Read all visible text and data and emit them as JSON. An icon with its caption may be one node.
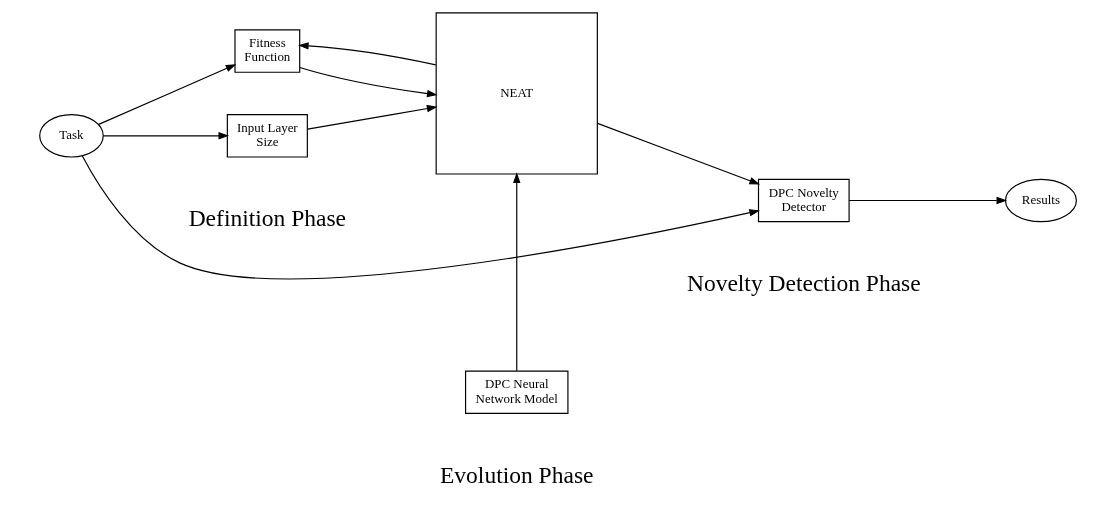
{
  "diagram": {
    "nodes": [
      {
        "text": [
          "Task"
        ]
      },
      {
        "text": [
          "Fitness Function"
        ]
      },
      {
        "text": [
          "Input Layer Size"
        ]
      },
      {
        "text": [
          "NEAT"
        ]
      },
      {
        "text": [
          "DPC Neural Network Model"
        ]
      },
      {
        "text": [
          "DPC Novelty Detector"
        ]
      },
      {
        "text": [
          "Results"
        ]
      }
    ],
    "edges": [
      {
        "from": 0,
        "to": 1,
        "arrow": "to"
      },
      {
        "from": 0,
        "to": 2,
        "arrow": "to"
      },
      {
        "from": 1,
        "to": 3,
        "arrow": "to"
      },
      {
        "from": 3,
        "to": 1,
        "arrow": "to"
      },
      {
        "from": 2,
        "to": 3,
        "arrow": "to"
      },
      {
        "from": 4,
        "to": 3,
        "arrow": "to"
      },
      {
        "from": 3,
        "to": 5,
        "arrow": "to"
      },
      {
        "from": 5,
        "to": 6,
        "arrow": "to"
      },
      {
        "from": 0,
        "to": 5,
        "arrow": "to"
      }
    ],
    "labels": [
      "Definition Phase",
      "Evolution Phase",
      "Novelty Detection Phase"
    ]
  }
}
